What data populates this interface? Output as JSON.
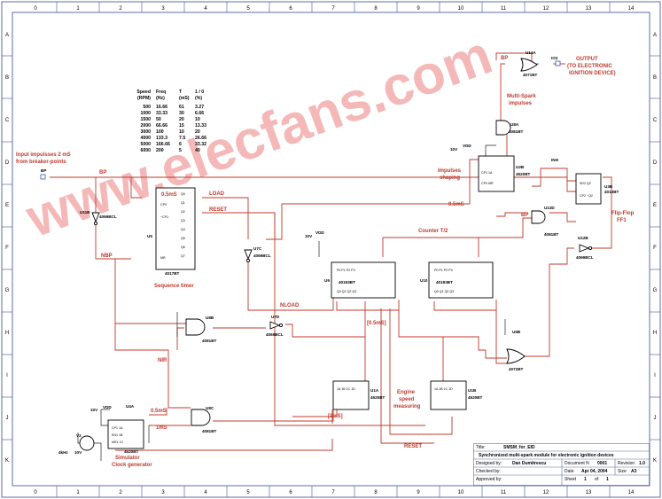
{
  "border": {
    "cols": [
      "0",
      "1",
      "2",
      "3",
      "4",
      "5",
      "6",
      "7",
      "8",
      "9",
      "10",
      "11",
      "12",
      "13",
      "14"
    ],
    "rows": [
      "A",
      "B",
      "C",
      "D",
      "E",
      "F",
      "G",
      "H",
      "I",
      "J",
      "K"
    ]
  },
  "table": {
    "headers": [
      [
        "Speed",
        "(RPM)"
      ],
      [
        "Freq",
        "(Hz)"
      ],
      [
        "T",
        "(mS)"
      ],
      [
        "1 / 0",
        "(%)"
      ]
    ],
    "rows": [
      [
        "500",
        "16.66",
        "61",
        "3.27"
      ],
      [
        "1000",
        "33.33",
        "30",
        "6.66"
      ],
      [
        "1500",
        "50",
        "20",
        "10"
      ],
      [
        "2000",
        "66.66",
        "15",
        "13.33"
      ],
      [
        "3000",
        "100",
        "10",
        "20"
      ],
      [
        "4000",
        "133.3",
        "7.5",
        "26.66"
      ],
      [
        "5000",
        "166.66",
        "6",
        "33.32"
      ],
      [
        "6000",
        "200",
        "5",
        "40"
      ]
    ]
  },
  "labels": {
    "input_note_1": "Input impulsses 2 mS",
    "input_note_2": "from breaker-points",
    "bp_port": "BP",
    "bp": "BP",
    "bp2": "BP",
    "bp3": "BP",
    "nbp": "NBP",
    "nir": "NIR",
    "load": "LOAD",
    "reset": "RESET",
    "reset2": "RESET",
    "nload": "NLOAD",
    "t05": "0.5mS",
    "t05b": "0.5mS",
    "t05c": "0.5mS",
    "t05d": "[0.5mS]",
    "t1": "[1mS]",
    "t1b": "1mS",
    "counter": "Counter T/2",
    "inh": "INH",
    "output_1": "OUTPUT",
    "output_2": "(TO  ELECTRONIC",
    "output_3": "IGNITION DEVICE)",
    "io2": "IO2",
    "multispark_1": "Multi-Spark",
    "multispark_2": "impulses",
    "impulses_1": "Impulses",
    "impulses_2": "shaping",
    "flipflop_1": "Flip-Flop",
    "flipflop_2": "FF1",
    "seq_timer": "Sequence timer",
    "engine_1": "Engine",
    "engine_2": "speed",
    "engine_3": "measuring",
    "sim_1": "Simulator",
    "sim_2": "Clock generator",
    "vdd1": "VDD",
    "vdd2": "VDD",
    "vdd3": "VDD",
    "v10a": "10V",
    "v10b": "10V",
    "v10c": "10V",
    "v10d": "10V",
    "freq": "4kHz",
    "watermark": "www.elecfans.com"
  },
  "parts": {
    "u14a": "U14A",
    "u14a_t": "4071BT",
    "u8a": "U8A",
    "u8a_t": "4081BT",
    "u2b": "U2B",
    "u2b_t": "4520BT",
    "u3b": "U3B",
    "u3b_t": "4013BT",
    "u13d": "U13D",
    "u13d_t": "4081BT",
    "u12b": "U12B",
    "u12b_t": "4069BCL",
    "u11b": "U11B",
    "u11b_t": "4069BCL",
    "u5": "U5",
    "u5_t": "4017BT",
    "u7c": "U7C",
    "u7c_t": "4069BCL",
    "u9": "U9",
    "u9_t": "40193BT",
    "u10": "U10",
    "u10_t": "40193BT",
    "u8b": "U8B",
    "u8b_t": "4081BT",
    "u7d": "U7D",
    "u7d_t": "4069BCL",
    "u6b": "U6B",
    "u6b_t": "4072BT",
    "u1a": "U1A",
    "u1a_t": "4520BT",
    "u1b": "U1B",
    "u1b_t": "4520BT",
    "u8c": "U8C",
    "u8c_t": "4081BT",
    "u4a": "U4A",
    "u4a_t": "4520BT",
    "v2": "V2"
  },
  "title_block": {
    "title_label": "Title:",
    "title": "SMSM_for_EID",
    "description": "Synchronized multi-spark module for electronic ignition devices",
    "designed_by_label": "Designed by:",
    "designed_by": "Dan Dumitrescu",
    "doc_no_label": "Document N",
    "doc_no": "0001",
    "revision_label": "Revision",
    "revision": "1.0",
    "checked_by_label": "Checked by:",
    "date_label": "Date",
    "date": "Apr 04, 2004",
    "size_label": "Size",
    "size": "A3",
    "approved_by_label": "Approved by:",
    "sheet_label": "Sheet",
    "sheet": "1",
    "of_label": "of",
    "sheets": "1"
  },
  "colors": {
    "wire": "#c0392b",
    "ink": "#000000",
    "border": "#5b6ea8",
    "watermark": "#f2a0a0"
  }
}
